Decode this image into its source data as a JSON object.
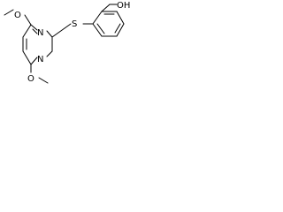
{
  "molecule": {
    "atoms": {
      "o_top": "O",
      "n_upper": "N",
      "s": "S",
      "oh": "OH",
      "n_lower": "N",
      "o_bottom": "O"
    },
    "colors": {
      "bond": "#000000",
      "label": "#000000",
      "background": "#ffffff"
    }
  }
}
